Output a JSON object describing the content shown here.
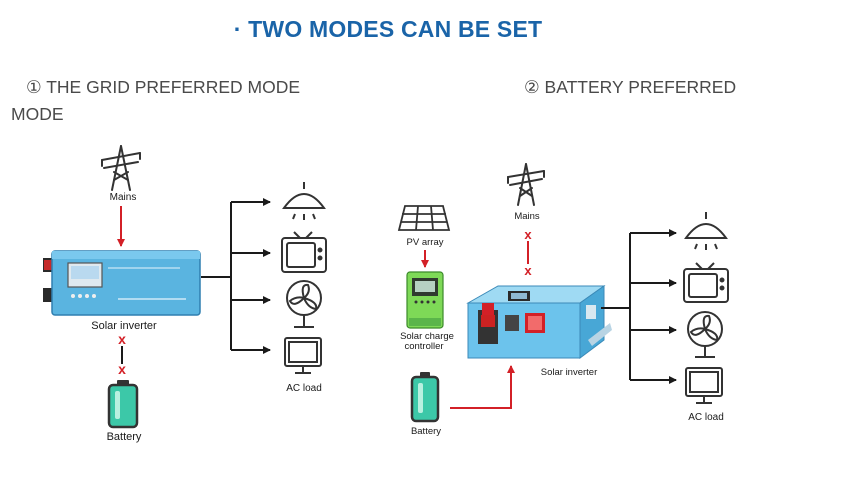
{
  "title": "· TWO MODES CAN BE SET",
  "mode1": {
    "title_line1": "① THE GRID PREFERRED MODE",
    "title_line2": "MODE",
    "mains": "Mains",
    "inverter": "Solar inverter",
    "battery": "Battery",
    "ac_load": "AC load",
    "x_mark": "x"
  },
  "mode2": {
    "title": "② BATTERY PREFERRED",
    "pv_array": "PV array",
    "mains": "Mains",
    "controller_line1": "Solar charge",
    "controller_line2": "controller",
    "inverter": "Solar inverter",
    "battery": "Battery",
    "ac_load": "AC load",
    "x_mark": "x"
  },
  "colors": {
    "title": "#1a64a8",
    "arrow_red": "#d32027",
    "inverter_blue": "#5ab4e0",
    "battery_green": "#3cc8a8",
    "controller_green": "#7ed957",
    "line": "#1a1a1a"
  }
}
